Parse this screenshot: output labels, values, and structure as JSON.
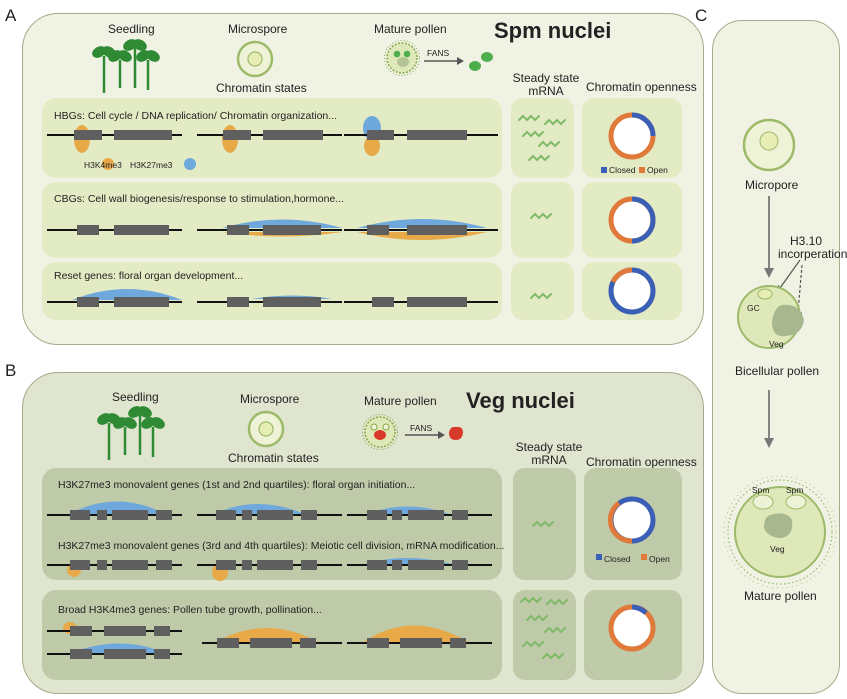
{
  "panels": {
    "a": {
      "letter": "A",
      "title": "Spm nuclei",
      "stages": {
        "seedling": "Seedling",
        "microspore": "Microspore",
        "mature_pollen": "Mature pollen",
        "chromatin_states": "Chromatin states",
        "fans": "FANS"
      },
      "columns": {
        "mrna": "Steady state mRNA",
        "openness": "Chromatin openness"
      },
      "rows": [
        {
          "text": "HBGs: Cell cycle / DNA replication/ Chromatin organization..."
        },
        {
          "text": "CBGs: Cell wall biogenesis/response to stimulation,hormone..."
        },
        {
          "text": "Reset genes: floral organ development..."
        }
      ],
      "marks": {
        "h3k4me3": "H3K4me3",
        "h3k27me3": "H3K27me3"
      },
      "legend": {
        "closed": "Closed",
        "open": "Open"
      }
    },
    "b": {
      "letter": "B",
      "title": "Veg nuclei",
      "stages": {
        "seedling": "Seedling",
        "microspore": "Microspore",
        "mature_pollen": "Mature pollen",
        "chromatin_states": "Chromatin states",
        "fans": "FANS"
      },
      "columns": {
        "mrna": "Steady state mRNA",
        "openness": "Chromatin openness"
      },
      "rows": [
        {
          "text": "H3K27me3 monovalent genes (1st and 2nd quartiles): floral organ initiation..."
        },
        {
          "text": "H3K27me3 monovalent genes (3rd and 4th quartiles): Meiotic cell division, mRNA modification..."
        },
        {
          "text": "Broad H3K4me3 genes: Pollen tube growth, pollination..."
        }
      ],
      "legend": {
        "closed": "Closed",
        "open": "Open"
      }
    },
    "c": {
      "letter": "C",
      "micropore": "Micropore",
      "h310": "H3.10",
      "incorporation": "incorperation",
      "gc": "GC",
      "veg": "Veg",
      "bicellular": "Bicellular pollen",
      "spm1": "Spm",
      "spm2": "Spm",
      "veg2": "Veg",
      "mature": "Mature pollen"
    }
  },
  "colors": {
    "panel_bg": "#f0f2e4",
    "panel_border": "#aaa88a",
    "row_a": "#e3ebc4",
    "row_b": "#bfcaa8",
    "panel_b_bg": "#dfe5cf",
    "gene_box": "#5f5f5f",
    "h3k27me3": "#6ea8dc",
    "h3k4me3": "#e8aa48",
    "closed": "#3b5fb4",
    "open": "#e07a3a",
    "pollen_green": "#6f9e3f",
    "red_nucleus": "#d73a2a",
    "plant_green": "#2f8a34"
  }
}
